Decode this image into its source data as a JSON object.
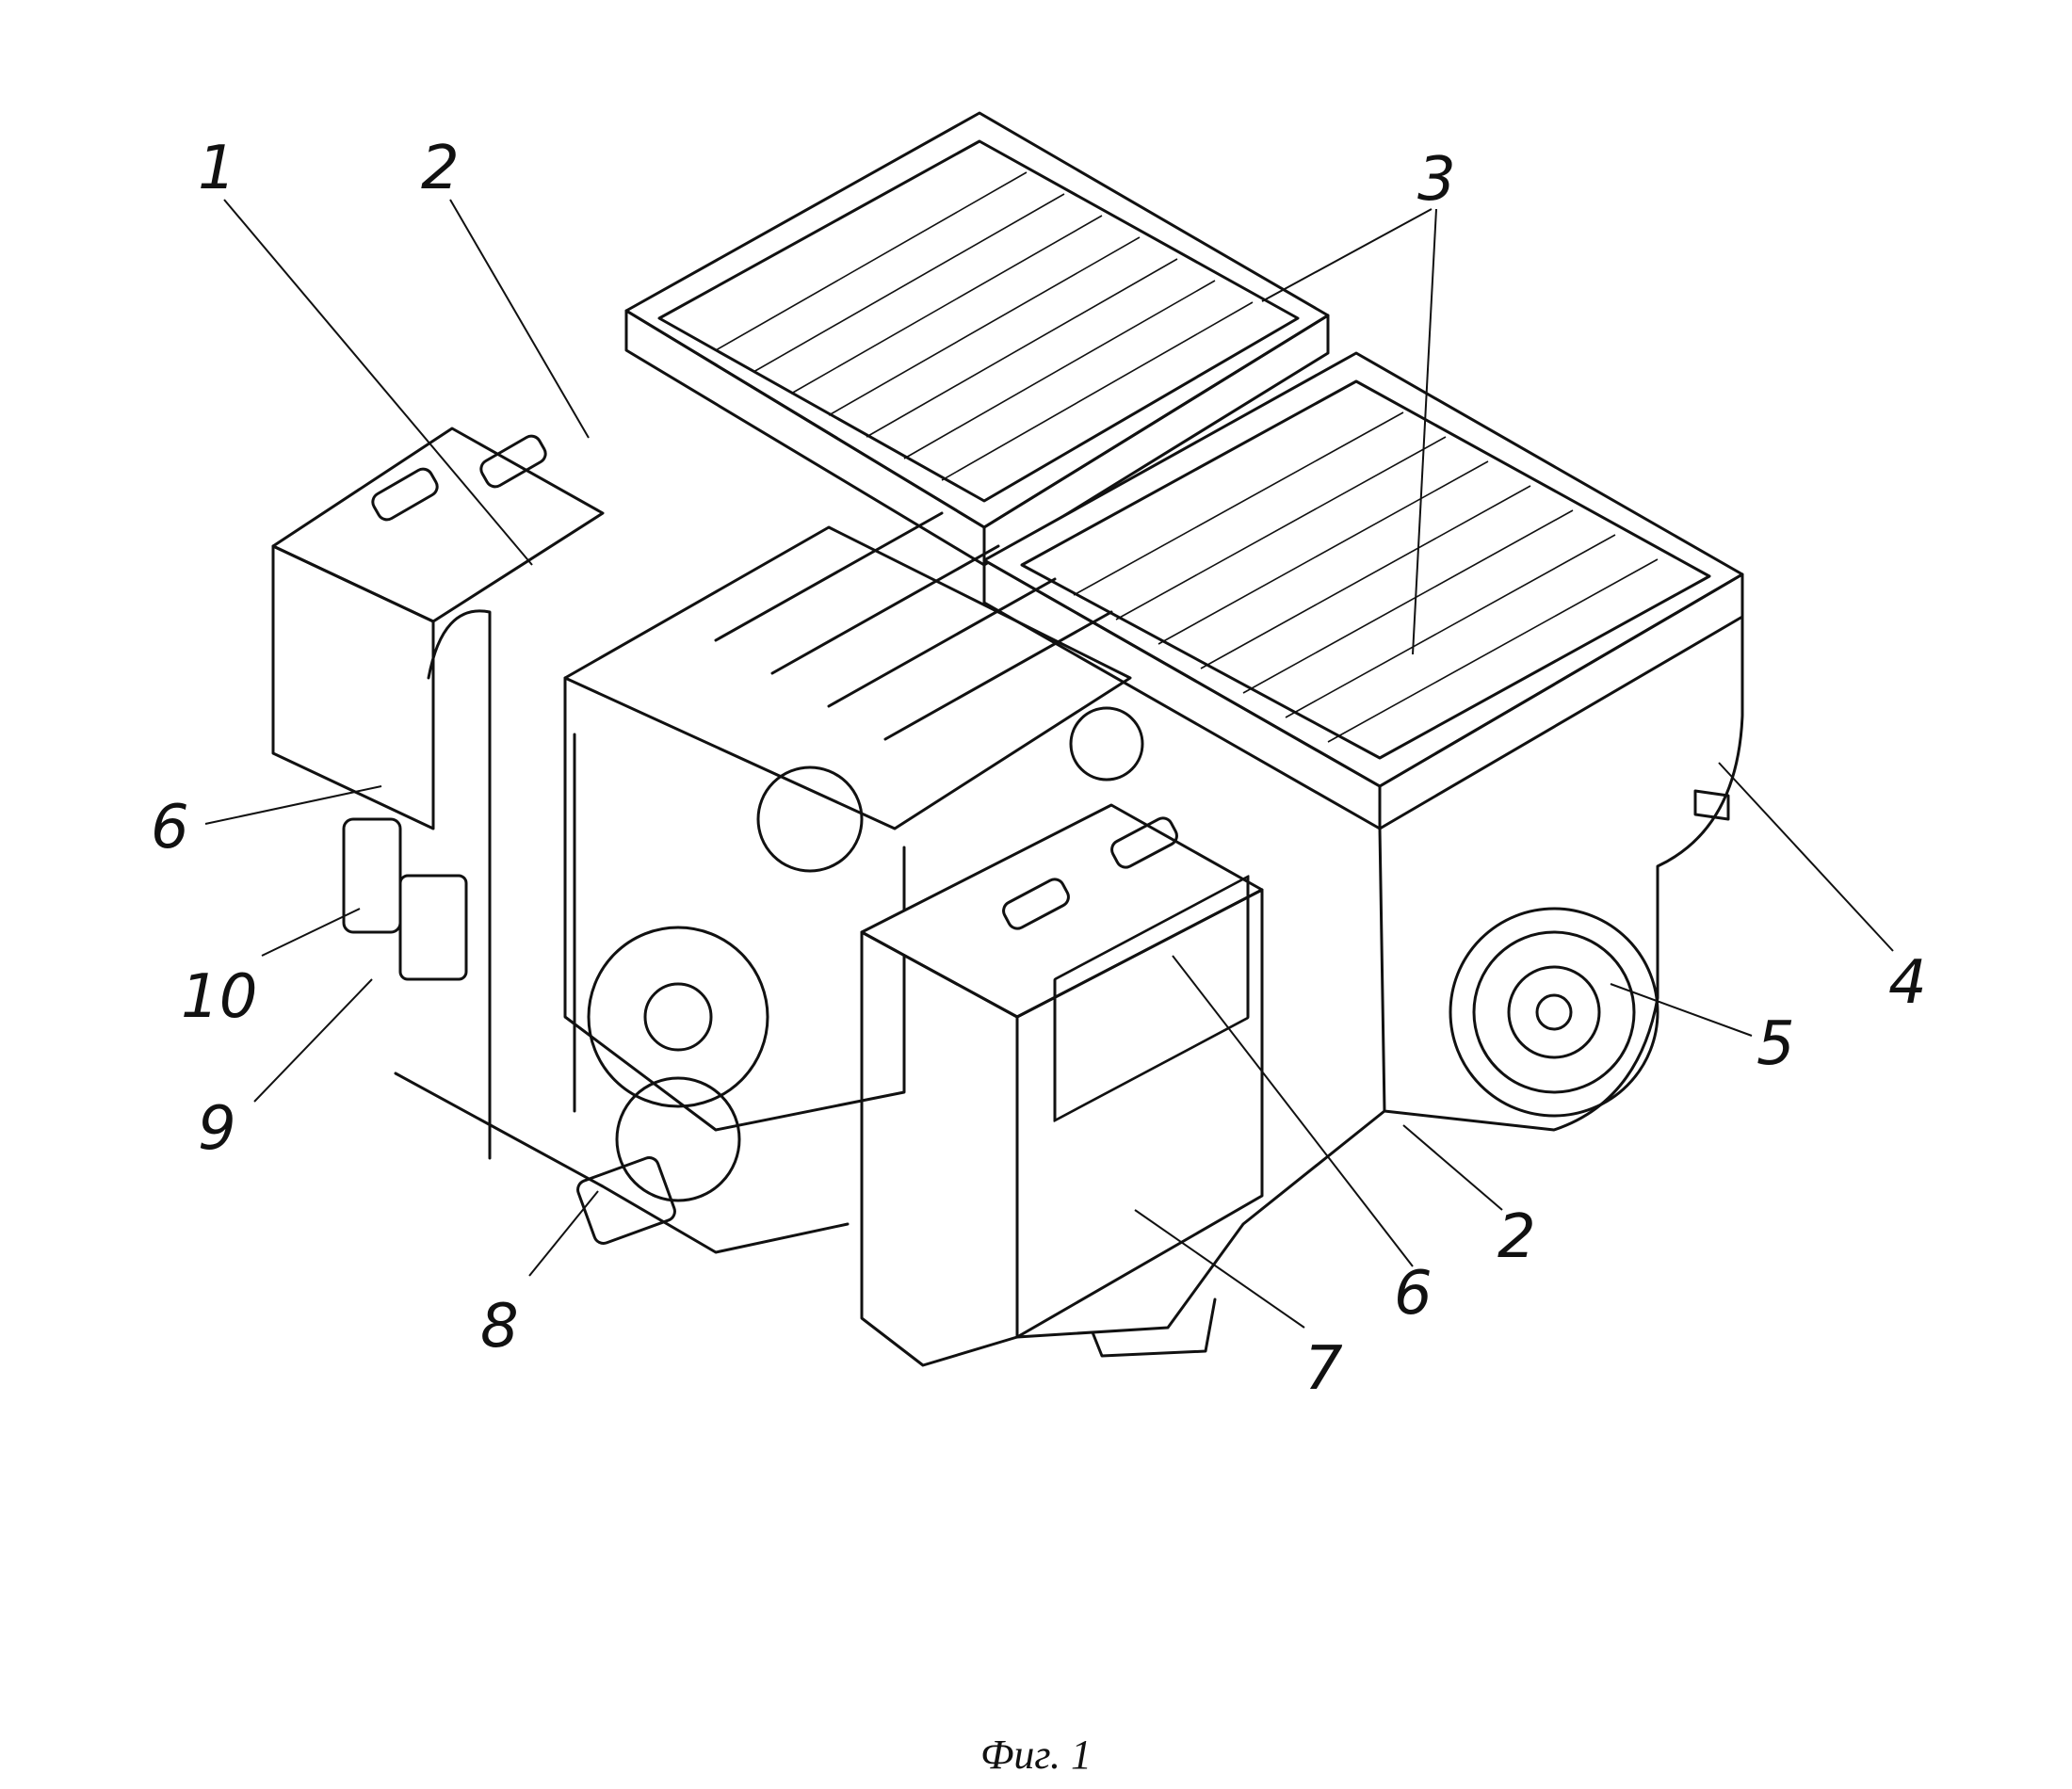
{
  "figure": {
    "caption": "Фиг. 1",
    "callouts": [
      {
        "id": "c1",
        "label": "1"
      },
      {
        "id": "c2a",
        "label": "2"
      },
      {
        "id": "c3",
        "label": "3"
      },
      {
        "id": "c4",
        "label": "4"
      },
      {
        "id": "c5",
        "label": "5"
      },
      {
        "id": "c2b",
        "label": "2"
      },
      {
        "id": "c6a",
        "label": "6"
      },
      {
        "id": "c6b",
        "label": "6"
      },
      {
        "id": "c7",
        "label": "7"
      },
      {
        "id": "c8",
        "label": "8"
      },
      {
        "id": "c9",
        "label": "9"
      },
      {
        "id": "c10",
        "label": "10"
      }
    ]
  }
}
